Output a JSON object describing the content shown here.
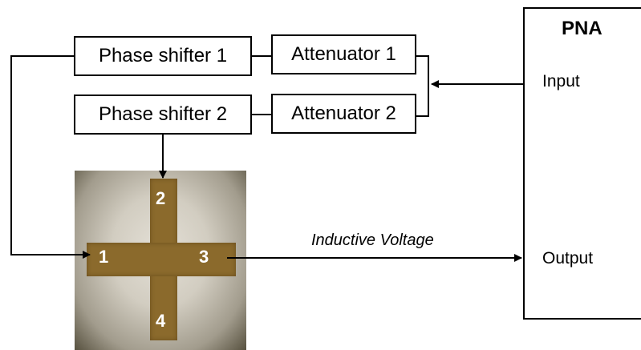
{
  "blocks": {
    "phase_shifter_1": "Phase shifter 1",
    "phase_shifter_2": "Phase shifter 2",
    "attenuator_1": "Attenuator 1",
    "attenuator_2": "Attenuator 2"
  },
  "pna": {
    "title": "PNA",
    "input_label": "Input",
    "output_label": "Output"
  },
  "device": {
    "ports": [
      "1",
      "2",
      "3",
      "4"
    ]
  },
  "signal": {
    "label": "Inductive  Voltage"
  }
}
